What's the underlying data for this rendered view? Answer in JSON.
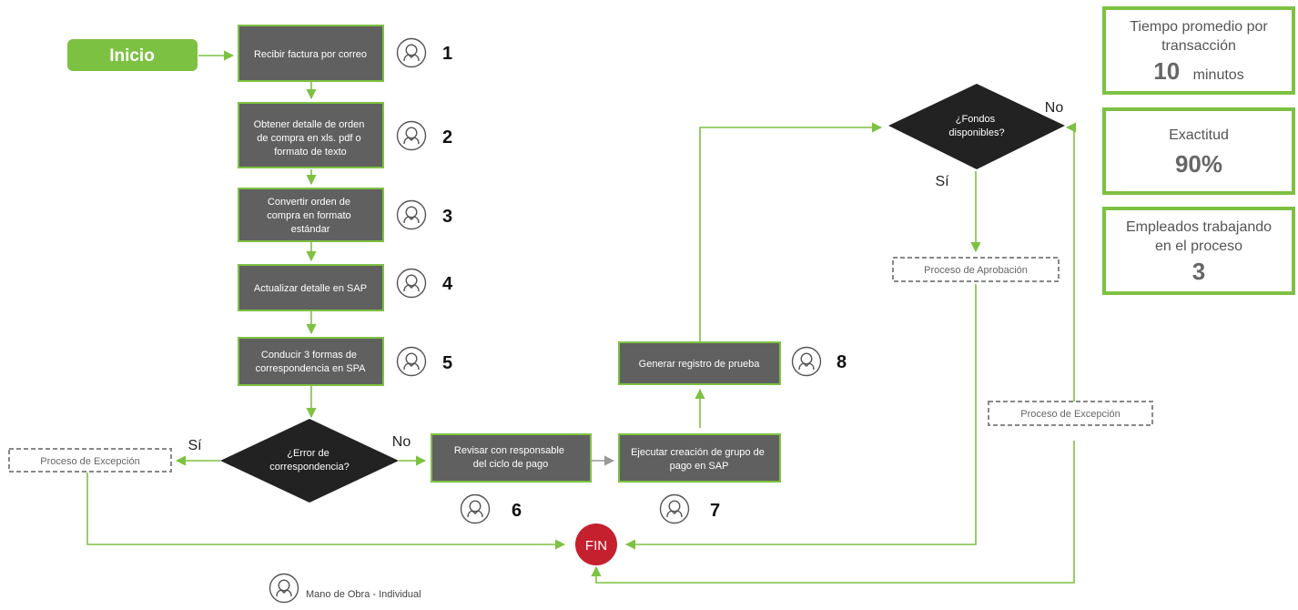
{
  "start": "Inicio",
  "end": "FIN",
  "steps": [
    {
      "label": "Recibir factura por correo",
      "num": "1"
    },
    {
      "label": "Obtener detalle de orden de compra en xls. pdf o formato de texto",
      "num": "2"
    },
    {
      "label": "Convertir orden de compra en formato estándar",
      "num": "3"
    },
    {
      "label": "Actualizar detalle en SAP",
      "num": "4"
    },
    {
      "label": "Conducir 3 formas de correspondencia en SPA",
      "num": "5"
    },
    {
      "label": "Revisar con responsable del ciclo de pago",
      "num": "6"
    },
    {
      "label": "Ejecutar creación de grupo de pago en SAP",
      "num": "7"
    },
    {
      "label": "Generar registro de prueba",
      "num": "8"
    }
  ],
  "decisions": {
    "error": {
      "label": "¿Error de correspondencia?",
      "yes": "Sí",
      "no": "No"
    },
    "funds": {
      "label": "¿Fondos disponibles?",
      "yes": "Sí",
      "no": "No"
    }
  },
  "subprocesses": {
    "exception": "Proceso de Excepción",
    "approval": "Proceso de Aprobación"
  },
  "legend": {
    "label": "Mano de Obra - Individual"
  },
  "metrics": {
    "time": {
      "label": "Tiempo promedio por transacción",
      "value": "10",
      "unit": "minutos"
    },
    "accuracy": {
      "label": "Exactitud",
      "value": "90%"
    },
    "employees": {
      "label": "Empleados trabajando en el proceso",
      "value": "3"
    }
  },
  "colors": {
    "accent": "#7dc142",
    "box": "#606060",
    "end": "#c4202e",
    "dashed": "#888888"
  }
}
